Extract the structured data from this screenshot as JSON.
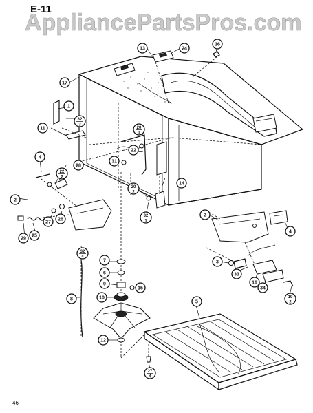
{
  "watermark": "AppliancePartsPros.com",
  "section_label": "E-11",
  "page_number": "46",
  "callouts": [
    {
      "id": "c13",
      "label": "13"
    },
    {
      "id": "c24",
      "label": "24"
    },
    {
      "id": "c16a",
      "label": "16"
    },
    {
      "id": "c17",
      "label": "17"
    },
    {
      "id": "c1",
      "label": "1"
    },
    {
      "id": "c32a",
      "label": "32",
      "sub": "3"
    },
    {
      "id": "c11",
      "label": "11"
    },
    {
      "id": "c20a",
      "label": "20",
      "sub": "1"
    },
    {
      "id": "c22a",
      "label": "22"
    },
    {
      "id": "c31",
      "label": "31"
    },
    {
      "id": "c4a",
      "label": "4"
    },
    {
      "id": "c22b",
      "label": "22",
      "sub": "2"
    },
    {
      "id": "c28",
      "label": "28"
    },
    {
      "id": "c20b",
      "label": "20",
      "sub": "2"
    },
    {
      "id": "c14",
      "label": "14"
    },
    {
      "id": "c2a",
      "label": "2"
    },
    {
      "id": "c32b",
      "label": "32",
      "sub": "1"
    },
    {
      "id": "c27a",
      "label": "27"
    },
    {
      "id": "c26",
      "label": "26"
    },
    {
      "id": "c29",
      "label": "29"
    },
    {
      "id": "c25",
      "label": "25"
    },
    {
      "id": "c2b",
      "label": "2"
    },
    {
      "id": "c4b",
      "label": "4"
    },
    {
      "id": "c32c",
      "label": "32",
      "sub": "4"
    },
    {
      "id": "c7",
      "label": "7"
    },
    {
      "id": "c6",
      "label": "6"
    },
    {
      "id": "c3",
      "label": "3"
    },
    {
      "id": "c33",
      "label": "33"
    },
    {
      "id": "c16b",
      "label": "16"
    },
    {
      "id": "c8",
      "label": "8"
    },
    {
      "id": "c15",
      "label": "15"
    },
    {
      "id": "c34",
      "label": "34"
    },
    {
      "id": "c19",
      "label": "19",
      "sub": "2"
    },
    {
      "id": "c10",
      "label": "10"
    },
    {
      "id": "c9",
      "label": "9"
    },
    {
      "id": "c5",
      "label": "5"
    },
    {
      "id": "c12",
      "label": "12"
    },
    {
      "id": "c27b",
      "label": "27",
      "sub": "4"
    }
  ]
}
